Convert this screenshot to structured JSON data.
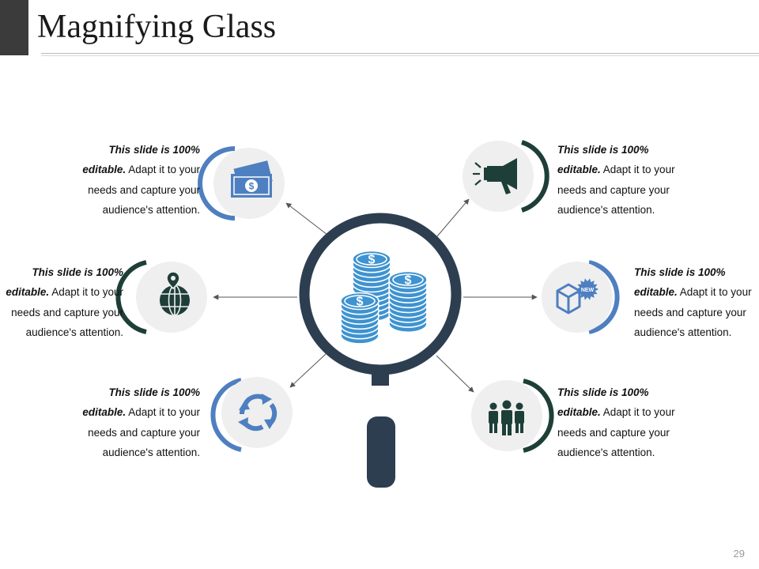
{
  "title": "Magnifying Glass",
  "page_number": "29",
  "colors": {
    "dark_navy": "#2c3e50",
    "dark_green": "#1e3f38",
    "accent_blue": "#4e7fc0",
    "coin_blue": "#3e93d0",
    "circle_bg": "#efefef"
  },
  "center": {
    "icon": "coin-stacks-icon"
  },
  "items": [
    {
      "id": "top-left",
      "icon": "money-bill-icon",
      "bold": "This slide is 100% editable.",
      "rest": " Adapt it to your needs and capture your audience's attention."
    },
    {
      "id": "mid-left",
      "icon": "globe-location-icon",
      "bold": "This slide is 100% editable.",
      "rest": " Adapt it to your needs and capture your audience's attention."
    },
    {
      "id": "bot-left",
      "icon": "refresh-arrows-icon",
      "bold": "This slide is 100% editable.",
      "rest": " Adapt it to your needs and capture your audience's attention."
    },
    {
      "id": "top-right",
      "icon": "megaphone-icon",
      "bold": "This slide is 100% editable.",
      "rest": " Adapt it to your needs and capture your audience's attention."
    },
    {
      "id": "mid-right",
      "icon": "new-box-icon",
      "bold": "This slide is 100% editable.",
      "rest": " Adapt it to your needs and capture your audience's attention."
    },
    {
      "id": "bot-right",
      "icon": "team-people-icon",
      "bold": "This slide is 100% editable.",
      "rest": " Adapt it to your needs and capture your audience's attention."
    }
  ]
}
